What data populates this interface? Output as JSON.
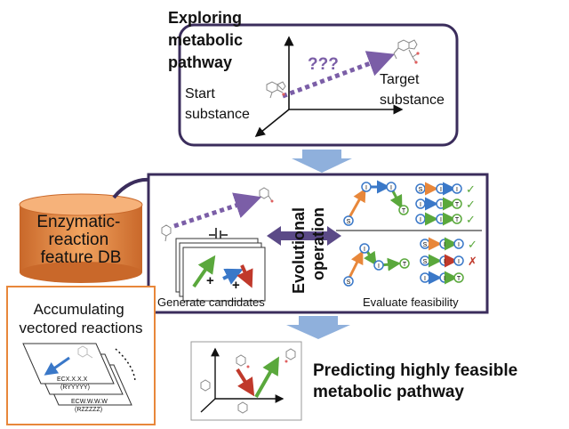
{
  "top": {
    "title_lines": [
      "Exploring",
      "metabolic",
      "pathway"
    ],
    "unknown_label": "???",
    "start_lines": [
      "Start",
      "substance"
    ],
    "target_lines": [
      "Target",
      "substance"
    ]
  },
  "middle": {
    "evolution_lines": [
      "Evolutional",
      "operation"
    ],
    "generate_label": "Generate candidates",
    "evaluate_label": "Evaluate feasibility",
    "plus": "+",
    "node_letters": {
      "s": "S",
      "i": "I",
      "t": "T"
    },
    "check": "✓",
    "cross": "✗"
  },
  "db": {
    "label_lines": [
      "Enzymatic-",
      "reaction",
      "feature DB"
    ]
  },
  "accumulating": {
    "label_lines": [
      "Accumulating",
      "vectored reactions"
    ],
    "ec1": "ECX.X.X.X",
    "r1": "(RYYYYY)",
    "ec2": "ECW.W.W.W",
    "r2": "(RZZZZZ)"
  },
  "bottom": {
    "title_lines": [
      "Predicting  highly feasible",
      "metabolic pathway"
    ]
  },
  "colors": {
    "frame_purple": "#3b2d5c",
    "dashed_purple": "#7b5ea7",
    "flow_blue": "#8fb0dc",
    "db_orange": "#e8873a",
    "orange": "#e8873a",
    "green": "#5aa83c",
    "blue": "#3a78c8",
    "red": "#c0392b"
  }
}
